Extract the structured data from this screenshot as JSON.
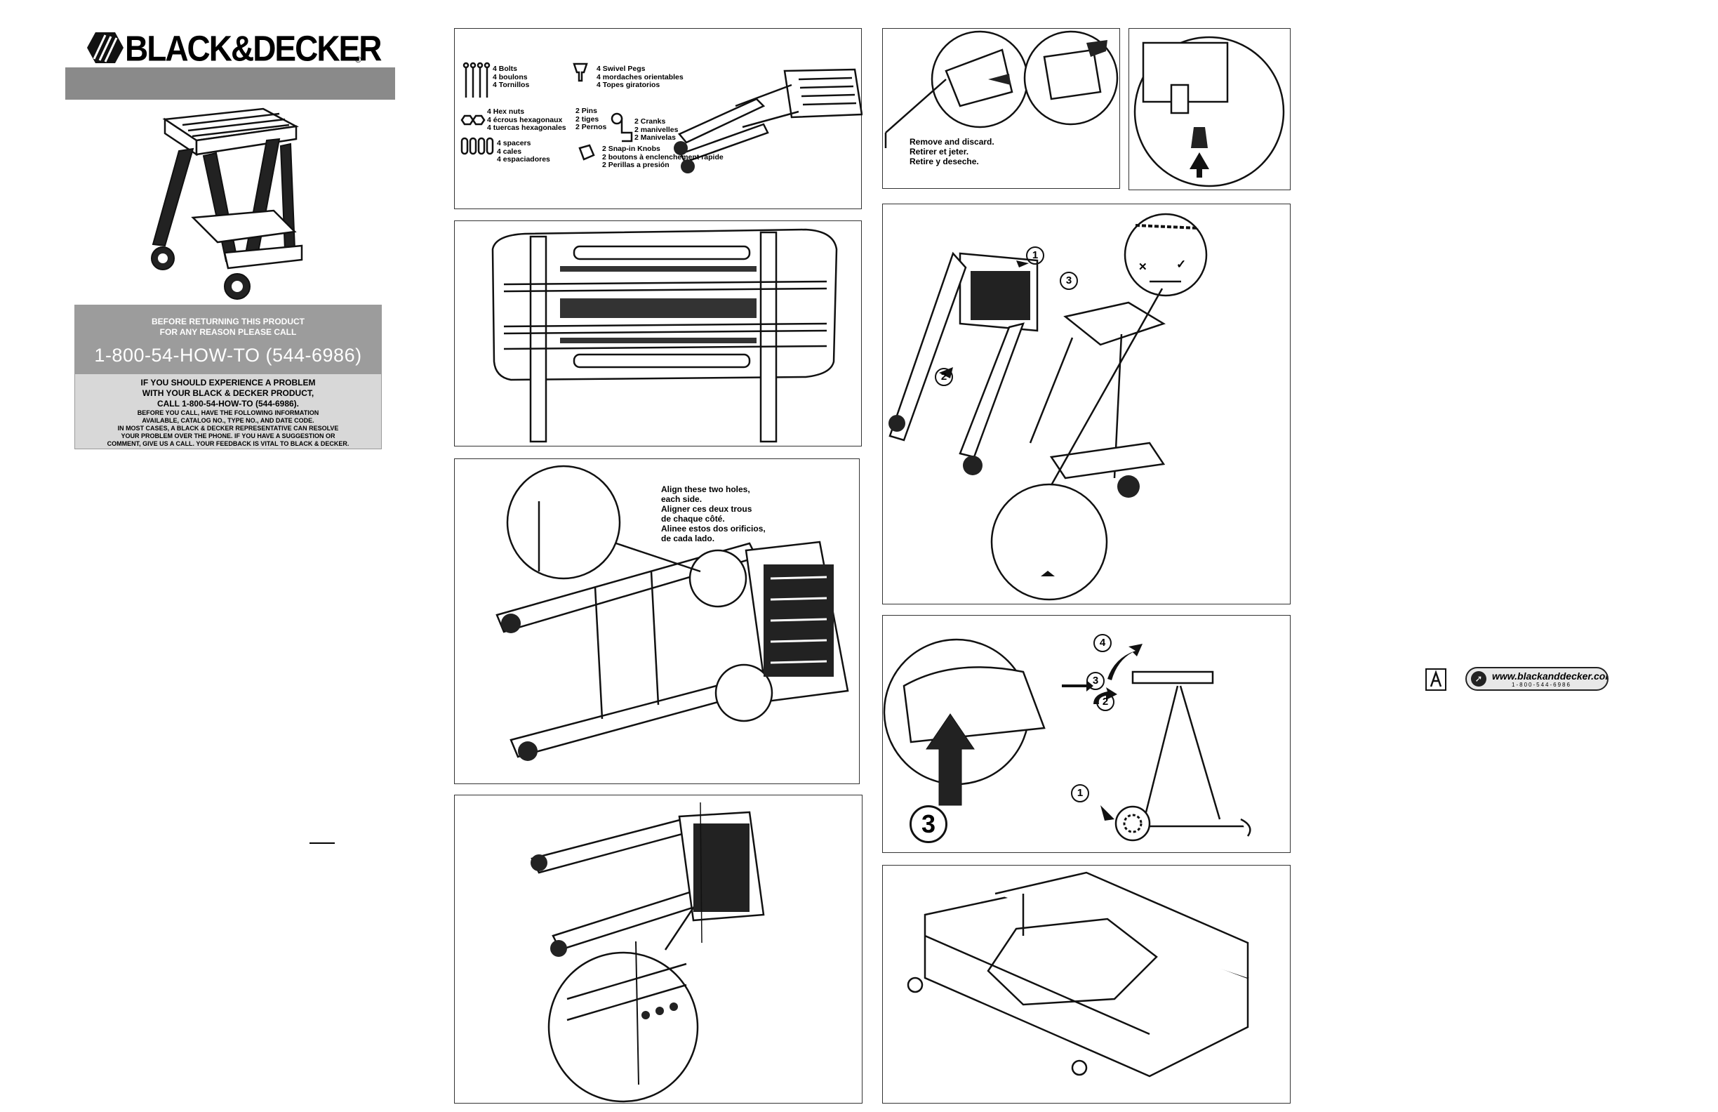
{
  "brand": {
    "name": "BLACK&DECKER",
    "registered": "®"
  },
  "notice": {
    "line1": "BEFORE RETURNING THIS PRODUCT",
    "line2": "FOR ANY REASON PLEASE CALL",
    "phone": "1-800-54-HOW-TO (544-6986)",
    "line3": "IF YOU SHOULD EXPERIENCE A PROBLEM",
    "line4": "WITH YOUR BLACK & DECKER PRODUCT,",
    "line5": "CALL 1-800-54-HOW-TO (544-6986).",
    "line6": "BEFORE YOU CALL, HAVE THE FOLLOWING INFORMATION",
    "line7": "AVAILABLE, CATALOG NO., TYPE NO., AND DATE CODE.",
    "line8": "IN MOST CASES, A BLACK & DECKER REPRESENTATIVE CAN RESOLVE",
    "line9": "YOUR PROBLEM OVER THE PHONE. IF YOU HAVE A SUGGESTION OR",
    "line10": "COMMENT, GIVE US A CALL. YOUR FEEDBACK IS VITAL TO BLACK & DECKER."
  },
  "parts": {
    "bolts": [
      "4 Bolts",
      "4 boulons",
      "4 Tornillos"
    ],
    "nuts": [
      "4 Hex nuts",
      "4 écrous hexagonaux",
      "4 tuercas hexagonales"
    ],
    "spacers": [
      "4 spacers",
      "4 cales",
      "4 espaciadores"
    ],
    "swivel": [
      "4 Swivel Pegs",
      "4 mordaches orientables",
      "4 Topes giratorios"
    ],
    "pins": [
      "2 Pins",
      "2 tiges",
      "2 Pernos"
    ],
    "cranks": [
      "2 Cranks",
      "2 manivelles",
      "2 Manivelas"
    ],
    "knobs": [
      "2 Snap-in Knobs",
      "2 boutons à enclenchement rapide",
      "2 Perillas a presión"
    ]
  },
  "align_note": [
    "Align these two holes,",
    "each side.",
    "Aligner ces deux trous",
    "de chaque côté.",
    "Alinee estos dos orificios,",
    "de cada lado."
  ],
  "remove_note": [
    "Remove and discard.",
    "Retirer et jeter.",
    "Retire y deseche."
  ],
  "step_numbers": {
    "s1": "1",
    "s2": "2",
    "s3": "3",
    "s4": "4"
  },
  "check_marks": {
    "wrong": "✕",
    "right": "✓"
  },
  "web_badge": {
    "url": "www.blackanddecker.com",
    "phone": "1-800-544-6986"
  }
}
